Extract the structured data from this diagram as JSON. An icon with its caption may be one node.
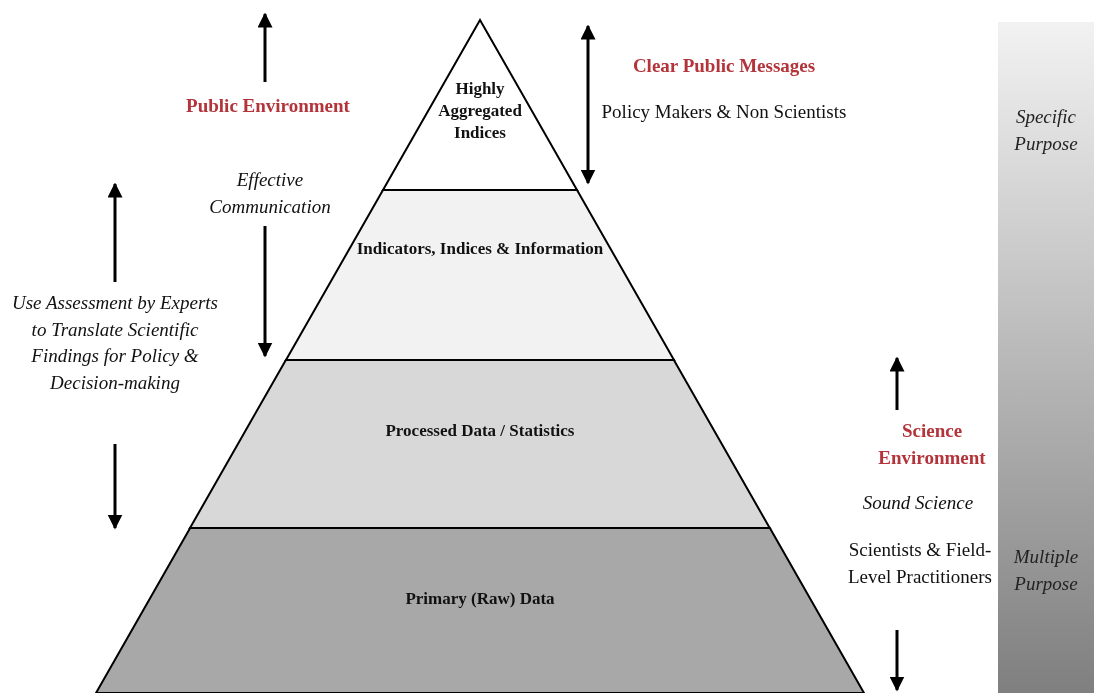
{
  "diagram": {
    "nodes": [
      {
        "text": [
          "Highly Aggregated Indices"
        ]
      },
      {
        "text": [
          "Indicators, Indices & Information"
        ]
      },
      {
        "text": [
          "Processed Data / Statistics"
        ]
      },
      {
        "text": [
          "Primary (Raw) Data"
        ]
      },
      {
        "text": [
          "Specific Purpose",
          "Multiple Purpose"
        ]
      }
    ],
    "edges": [],
    "labels": [
      "Public Environment",
      "Effective Communication",
      "Clear Public Messages",
      "Policy Makers & Non Scientists",
      "Use Assessment by Experts to Translate Scientific Findings for Policy & Decision-making",
      "Science Environment",
      "Sound Science",
      "Scientists & Field-Level Practitioners"
    ]
  }
}
